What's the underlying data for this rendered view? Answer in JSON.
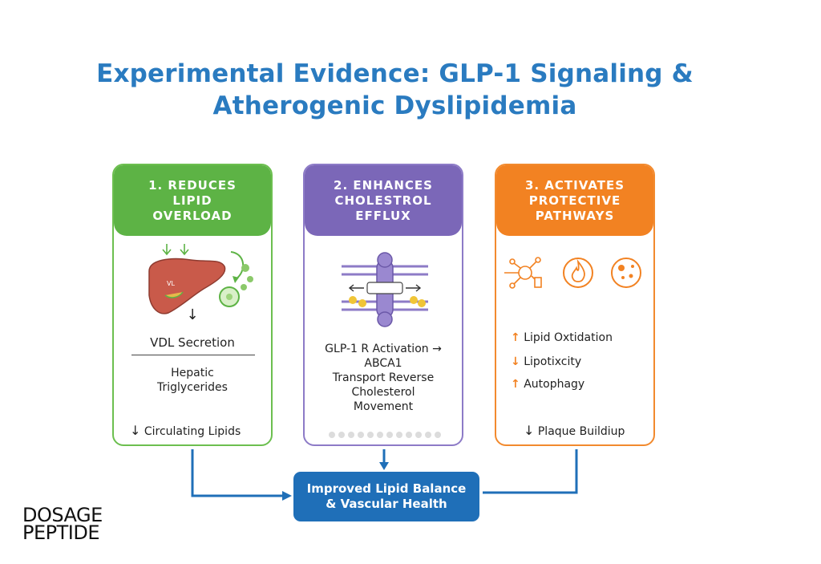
{
  "title": {
    "line1": "Experimental Evidence: GLP-1 Signaling &",
    "line2": "Atherogenic Dyslipidemia"
  },
  "cards": [
    {
      "heading": [
        "1. REDUCES",
        "LIPID",
        "OVERLOAD"
      ],
      "liver_label": "VL",
      "line1": "VDL Secretion",
      "line2a": "Hepatic",
      "line2b": "Triglycerides",
      "footer_arrow": "↓",
      "footer": "Circulating Lipids"
    },
    {
      "heading": [
        "2. ENHANCES",
        "CHOLESTROL",
        "EFFLUX"
      ],
      "body": [
        "GLP-1 R Activation →",
        "ABCA1",
        "Transport Reverse",
        "Cholesterol",
        "Movement"
      ]
    },
    {
      "heading": [
        "3. ACTIVATES",
        "PROTECTIVE",
        "PATHWAYS"
      ],
      "items": [
        {
          "arrow": "↑",
          "text": "Lipid Oxtidation"
        },
        {
          "arrow": "↓",
          "text": "Lipotixcity"
        },
        {
          "arrow": "↑",
          "text": "Autophagy"
        }
      ],
      "footer_arrow": "↓",
      "footer": "Plaque Buildiup"
    }
  ],
  "result": {
    "line1": "Improved Lipid Balance",
    "line2": "& Vascular Health"
  },
  "logo": {
    "line1": "DOSAGE",
    "line2": "PEPTIDE"
  },
  "colors": {
    "title": "#2a7bc0",
    "green": "#5db345",
    "purple": "#7b67b8",
    "orange": "#f28222",
    "blue": "#1f6fb8"
  }
}
